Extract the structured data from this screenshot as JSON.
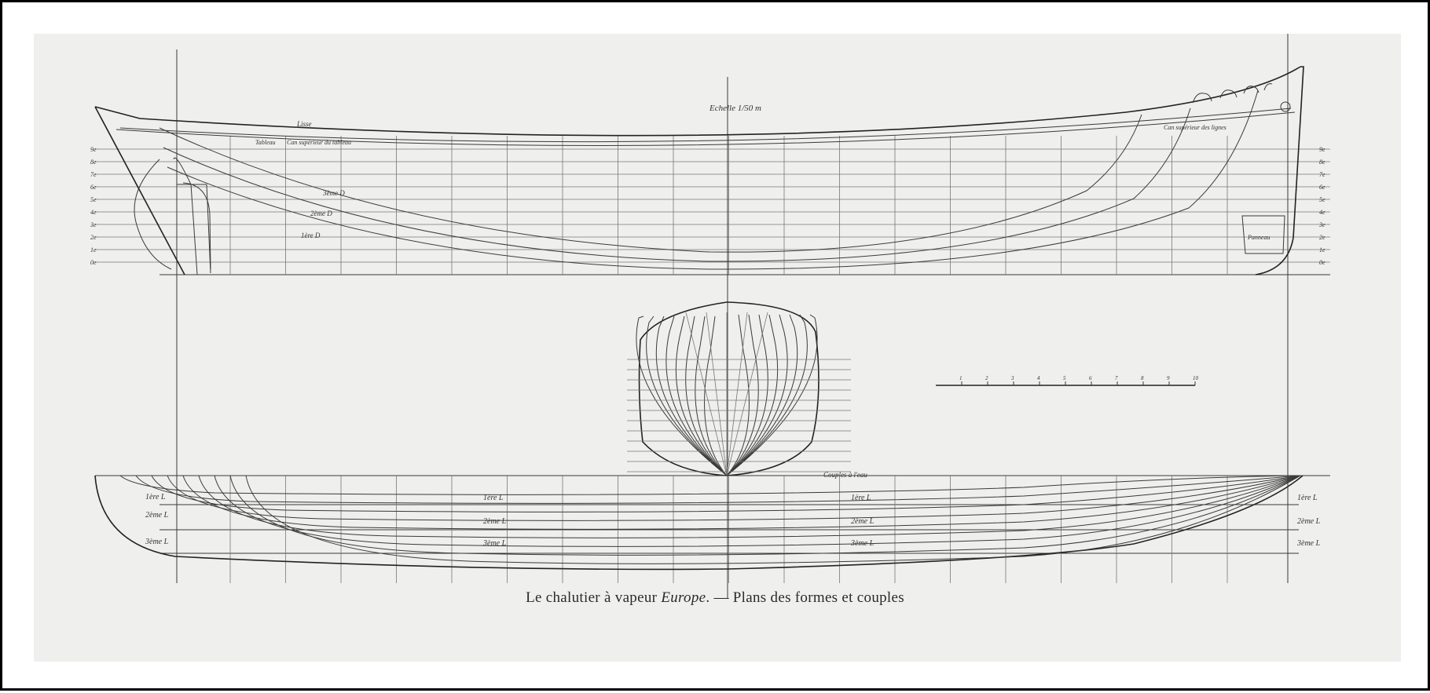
{
  "caption": {
    "prefix": "Le chalutier à vapeur",
    "vessel": "Europe",
    "suffix": ". — Plans des formes et couples"
  },
  "drawing": {
    "scale_note": "Echelle 1/50 m",
    "profile_notes": {
      "sheer": "Lisse",
      "deck": "Can supérieur du tableau",
      "deck_right": "Can supérieur des lignes",
      "stern": "Tableau",
      "hatch": "Panneau"
    },
    "diagonals": [
      "3ème D",
      "2ème D",
      "1ère D"
    ],
    "waterlines_left": [
      "9e",
      "8e",
      "7e",
      "6e",
      "5e",
      "4e",
      "3e",
      "2e",
      "1e",
      "0e"
    ],
    "waterlines_right": [
      "9e",
      "8e",
      "7e",
      "6e",
      "5e",
      "4e",
      "3e",
      "2e",
      "1e",
      "0e"
    ],
    "plan_marks": [
      "1ère L",
      "2ème L",
      "3ème L"
    ],
    "body_note": "Couples à l'eau",
    "scale_bar_ticks": [
      "1",
      "2",
      "3",
      "4",
      "5",
      "6",
      "7",
      "8",
      "9",
      "10"
    ]
  },
  "colors": {
    "paper": "#efefed",
    "ink": "#2a2a2a",
    "frame": "#000000"
  }
}
